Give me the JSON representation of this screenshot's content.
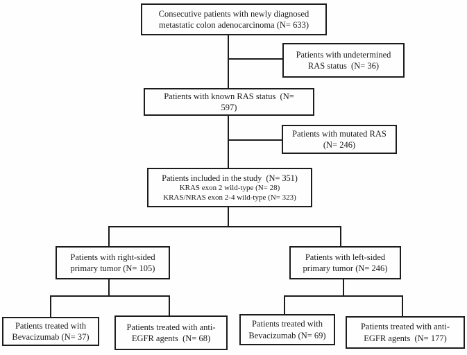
{
  "figure": {
    "type": "patient-flow-diagram",
    "background_color": "#fefefe",
    "box_border_color": "#1c1c1c",
    "line_color": "#1c1c1c"
  },
  "boxes": {
    "total": {
      "lines": [
        "Consecutive patients with newly diagnosed",
        "metastatic colon adenocarcinoma (N= 633)"
      ],
      "n": 633
    },
    "undetermined_ras": {
      "lines": [
        "Patients with undetermined",
        "RAS status  (N= 36)"
      ],
      "n": 36
    },
    "known_ras": {
      "lines": [
        "Patients with known RAS status  (N=",
        "597)"
      ],
      "n": 597
    },
    "mutated_ras": {
      "lines": [
        "Patients with mutated RAS",
        "(N= 246)"
      ],
      "n": 246
    },
    "included": {
      "lines": [
        "Patients included in the study  (N= 351)",
        "KRAS exon 2 wild-type (N= 28)",
        "KRAS/NRAS exon 2-4 wild-type (N= 323)"
      ],
      "n": 351
    },
    "right_sided": {
      "lines": [
        "Patients with right-sided",
        "primary tumor (N= 105)"
      ],
      "n": 105
    },
    "left_sided": {
      "lines": [
        "Patients with left-sided",
        "primary tumor (N= 246)"
      ],
      "n": 246
    },
    "right_bevacizumab": {
      "lines": [
        "Patients treated with",
        "Bevacizumab (N= 37)"
      ],
      "n": 37
    },
    "right_anti_egfr": {
      "lines": [
        "Patients treated with anti-",
        "EGFR agents  (N= 68)"
      ],
      "n": 68
    },
    "left_bevacizumab": {
      "lines": [
        "Patients treated with",
        "Bevacizumab (N= 69)"
      ],
      "n": 69
    },
    "left_anti_egfr": {
      "lines": [
        "Patients treated with anti-",
        "EGFR agents  (N= 177)"
      ],
      "n": 177
    }
  }
}
